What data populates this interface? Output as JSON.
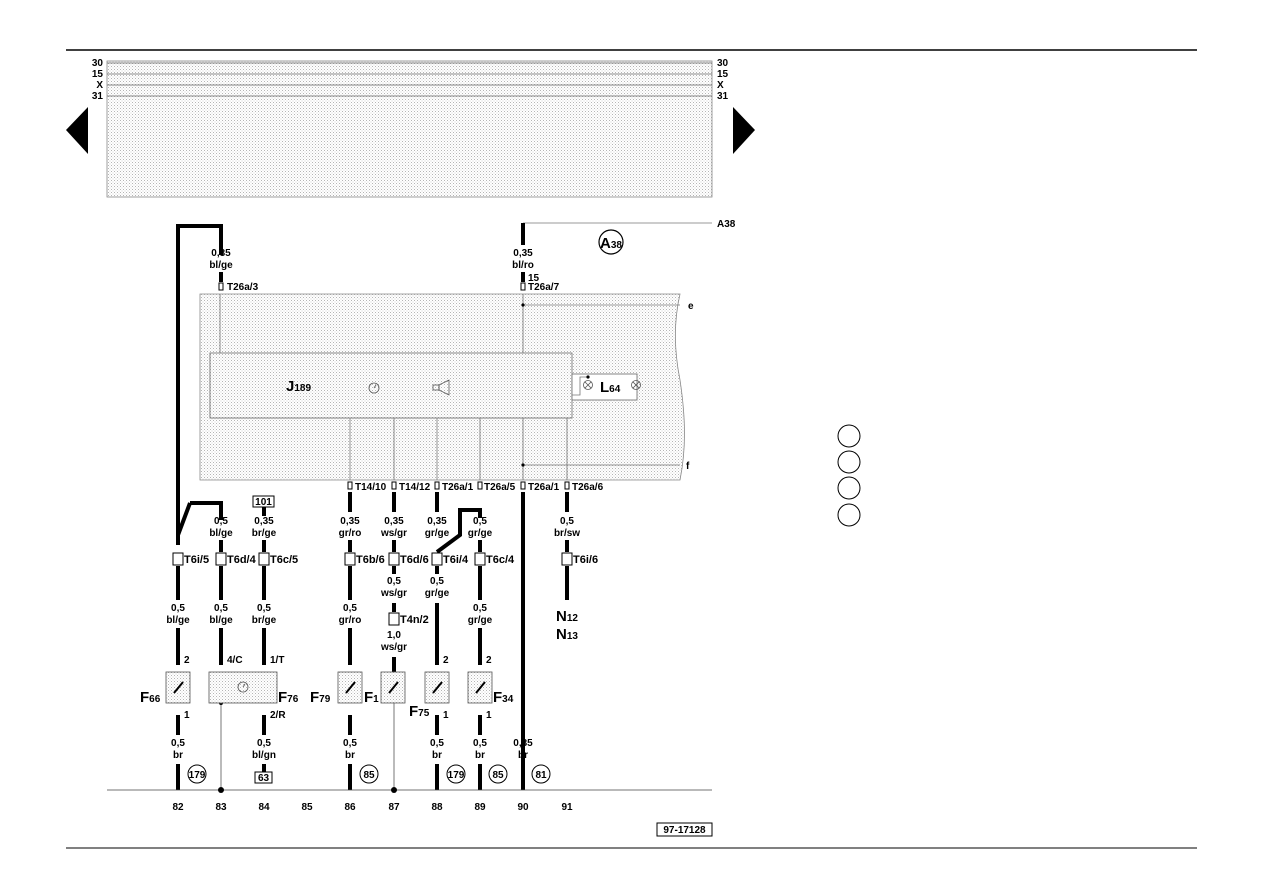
{
  "rails": {
    "left": [
      "30",
      "15",
      "X",
      "31"
    ],
    "right": [
      "30",
      "15",
      "X",
      "31"
    ]
  },
  "reference_code": "97-17128",
  "ground_ref": "A38",
  "ground_symbol": {
    "main": "A",
    "sub": "38"
  },
  "nodes": {
    "e": "e",
    "f": "f"
  },
  "components": {
    "J189": {
      "main": "J",
      "sub": "189"
    },
    "L64": {
      "main": "L",
      "sub": "64"
    },
    "N12": {
      "main": "N",
      "sub": "12"
    },
    "N13": {
      "main": "N",
      "sub": "13"
    },
    "F66": {
      "main": "F",
      "sub": "66"
    },
    "F76": {
      "main": "F",
      "sub": "76"
    },
    "F79": {
      "main": "F",
      "sub": "79"
    },
    "F1": {
      "main": "F",
      "sub": "1"
    },
    "F75": {
      "main": "F",
      "sub": "75"
    },
    "F34": {
      "main": "F",
      "sub": "34"
    }
  },
  "top_wires": {
    "left": {
      "size": "0,35",
      "color": "bl/ge",
      "connector": "T26a/3"
    },
    "right": {
      "size": "0,35",
      "color": "bl/ro",
      "pin": "15",
      "connector": "T26a/7"
    }
  },
  "bottom_connectors": [
    "T14/10",
    "T14/12",
    "T26a/1",
    "T26a/5",
    "T26a/1",
    "T26a/6"
  ],
  "box_101": "101",
  "box_63": "63",
  "mid_wires": [
    {
      "size": "0,5",
      "color": "bl/ge",
      "connector": "T6i/5"
    },
    {
      "size": "0,35",
      "color": "br/ge",
      "connector": "T6c/5"
    },
    {
      "size": "0,35",
      "color": "gr/ro",
      "connector": "T6b/6"
    },
    {
      "size": "0,35",
      "color": "ws/gr",
      "connector": "T6d/6"
    },
    {
      "size": "0,35",
      "color": "gr/ge",
      "connector": "T6i/4"
    },
    {
      "size": "0,5",
      "color": "gr/ge",
      "connector": "T6c/4"
    },
    {
      "size": "0,5",
      "color": "br/sw",
      "connector": "T6i/6"
    },
    {
      "size": "",
      "color": "",
      "connector": "T6d/4"
    }
  ],
  "lower_wires": [
    {
      "size": "0,5",
      "color": "bl/ge",
      "pin_top": "2",
      "pin_bottom": "1"
    },
    {
      "size": "0,5",
      "color": "bl/ge",
      "pin_top": "4/C",
      "pin_bottom": ""
    },
    {
      "size": "0,5",
      "color": "br/ge",
      "pin_top": "1/T",
      "pin_bottom": "2/R"
    },
    {
      "size": "0,5",
      "color": "gr/ro",
      "pin_top": "",
      "pin_bottom": ""
    },
    {
      "size": "0,5",
      "color": "ws/gr",
      "pin_top": "",
      "pin_bottom": ""
    },
    {
      "size": "0,5",
      "color": "gr/ge",
      "pin_top": "2",
      "pin_bottom": "1"
    },
    {
      "size": "0,5",
      "color": "gr/ge",
      "pin_top": "2",
      "pin_bottom": "1"
    }
  ],
  "f1_wire": {
    "connector": "T4n/2",
    "size": "1,0",
    "color": "ws/gr"
  },
  "ground_wires": [
    {
      "size": "0,5",
      "color": "br",
      "ref": "179"
    },
    {
      "size": "0,5",
      "color": "bl/gn",
      "ref": ""
    },
    {
      "size": "0,5",
      "color": "br",
      "ref": "85"
    },
    {
      "size": "0,5",
      "color": "br",
      "ref": "179"
    },
    {
      "size": "0,5",
      "color": "br",
      "ref": "85"
    },
    {
      "size": "0,35",
      "color": "br",
      "ref": "81"
    }
  ],
  "track_numbers": [
    "82",
    "83",
    "84",
    "85",
    "86",
    "87",
    "88",
    "89",
    "90",
    "91"
  ]
}
